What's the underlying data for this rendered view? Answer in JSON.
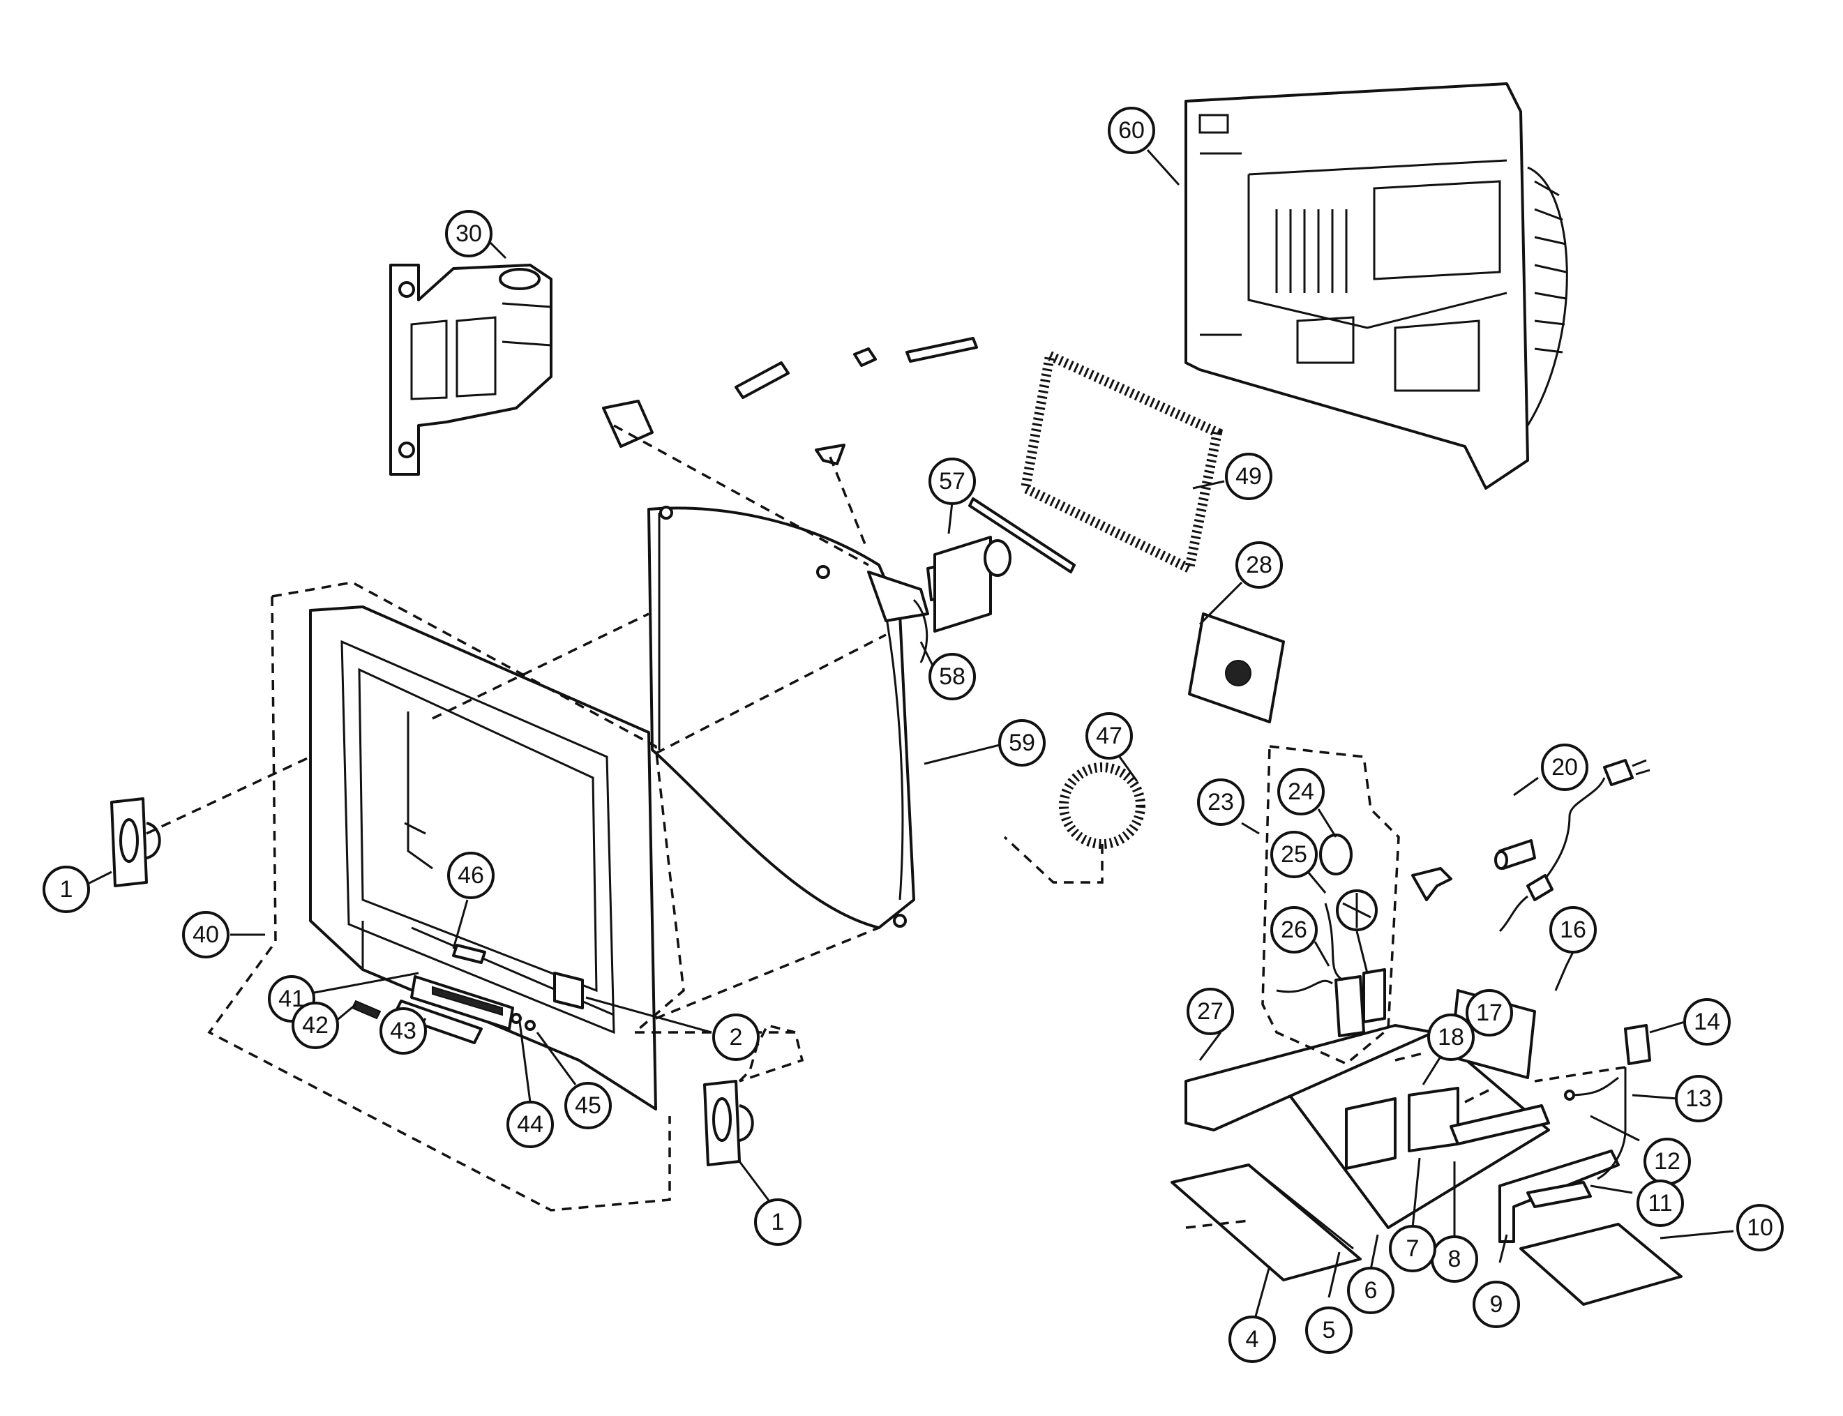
{
  "callouts": [
    {
      "id": "c60a",
      "label": "60"
    },
    {
      "id": "c30",
      "label": "30"
    },
    {
      "id": "c57",
      "label": "57"
    },
    {
      "id": "c49",
      "label": "49"
    },
    {
      "id": "c28",
      "label": "28"
    },
    {
      "id": "c58",
      "label": "58"
    },
    {
      "id": "c59",
      "label": "59"
    },
    {
      "id": "c47",
      "label": "47"
    },
    {
      "id": "c20",
      "label": "20"
    },
    {
      "id": "c23",
      "label": "23"
    },
    {
      "id": "c24",
      "label": "24"
    },
    {
      "id": "c25",
      "label": "25"
    },
    {
      "id": "c16",
      "label": "16"
    },
    {
      "id": "c26",
      "label": "26"
    },
    {
      "id": "c17",
      "label": "17"
    },
    {
      "id": "c18",
      "label": "18"
    },
    {
      "id": "c27",
      "label": "27"
    },
    {
      "id": "c14",
      "label": "14"
    },
    {
      "id": "c13",
      "label": "13"
    },
    {
      "id": "c12",
      "label": "12"
    },
    {
      "id": "c11",
      "label": "11"
    },
    {
      "id": "c10",
      "label": "10"
    },
    {
      "id": "c9",
      "label": "9"
    },
    {
      "id": "c8",
      "label": "8"
    },
    {
      "id": "c7",
      "label": "7"
    },
    {
      "id": "c6",
      "label": "6"
    },
    {
      "id": "c5",
      "label": "5"
    },
    {
      "id": "c4",
      "label": "4"
    },
    {
      "id": "c46",
      "label": "46"
    },
    {
      "id": "c40",
      "label": "40"
    },
    {
      "id": "c1a",
      "label": "1"
    },
    {
      "id": "c41",
      "label": "41"
    },
    {
      "id": "c42",
      "label": "42"
    },
    {
      "id": "c43",
      "label": "43"
    },
    {
      "id": "c44",
      "label": "44"
    },
    {
      "id": "c45",
      "label": "45"
    },
    {
      "id": "c2",
      "label": "2"
    },
    {
      "id": "c1b",
      "label": "1"
    }
  ]
}
